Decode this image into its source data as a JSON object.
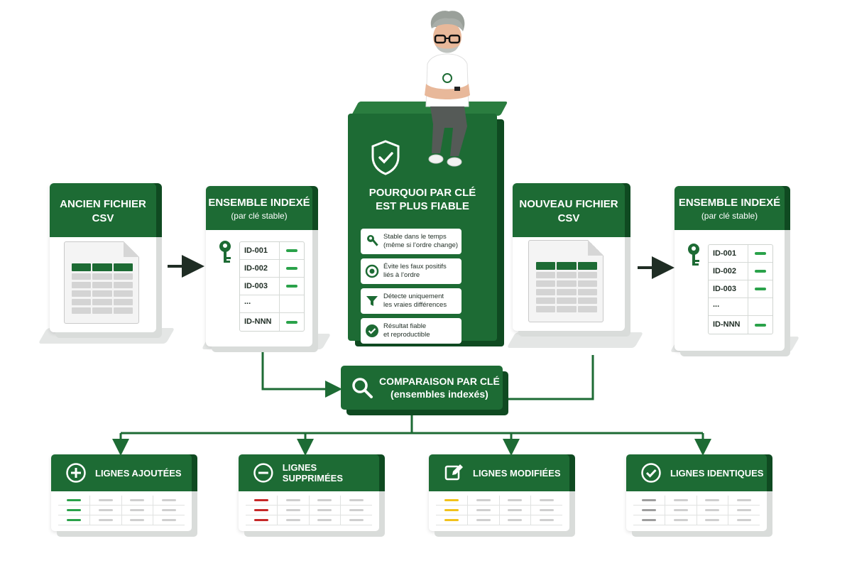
{
  "colors": {
    "brand_green": "#1d6b34",
    "added": "#2aa24a",
    "removed": "#c62828",
    "modified": "#f1c21b",
    "identical": "#9e9e9e"
  },
  "old_file": {
    "title_line1": "ANCIEN FICHIER",
    "title_line2": "CSV"
  },
  "old_index": {
    "title": "ENSEMBLE INDEXÉ",
    "subtitle": "(par clé stable)",
    "rows": [
      "ID-001",
      "ID-002",
      "ID-003",
      "...",
      "ID-NNN"
    ]
  },
  "why": {
    "title_line1": "POURQUOI PAR CLÉ",
    "title_line2": "EST PLUS FIABLE",
    "reasons": [
      {
        "icon": "key-icon",
        "line1": "Stable dans le temps",
        "line2": "(même si l’ordre change)"
      },
      {
        "icon": "target-icon",
        "line1": "Évite les faux positifs",
        "line2": "liés à l’ordre"
      },
      {
        "icon": "filter-icon",
        "line1": "Détecte uniquement",
        "line2": "les vraies différences"
      },
      {
        "icon": "check-badge-icon",
        "line1": "Résultat fiable",
        "line2": "et reproductible"
      }
    ]
  },
  "new_file": {
    "title_line1": "NOUVEAU FICHIER",
    "title_line2": "CSV"
  },
  "new_index": {
    "title": "ENSEMBLE INDEXÉ",
    "subtitle": "(par clé stable)",
    "rows": [
      "ID-001",
      "ID-002",
      "ID-003",
      "...",
      "ID-NNN"
    ]
  },
  "compare": {
    "line1": "COMPARAISON PAR CLÉ",
    "line2": "(ensembles indexés)"
  },
  "results": [
    {
      "icon": "plus-circle-icon",
      "label": "LIGNES AJOUTÉES",
      "marker": "added"
    },
    {
      "icon": "minus-circle-icon",
      "label": "LIGNES SUPPRIMÉES",
      "marker": "removed"
    },
    {
      "icon": "edit-icon",
      "label": "LIGNES MODIFIÉES",
      "marker": "modified"
    },
    {
      "icon": "check-circle-icon",
      "label": "LIGNES IDENTIQUES",
      "marker": "identical"
    }
  ]
}
